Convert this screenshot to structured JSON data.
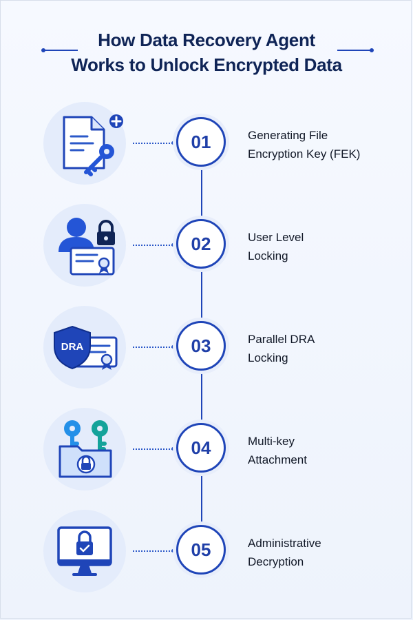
{
  "title": {
    "line1": "How Data Recovery Agent",
    "line2": "Works to Unlock Encrypted Data"
  },
  "accent_color": "#1f45b8",
  "steps": [
    {
      "number": "01",
      "label_line1": "Generating File",
      "label_line2": "Encryption Key (FEK)",
      "icon": "document-key-icon"
    },
    {
      "number": "02",
      "label_line1": "User Level",
      "label_line2": "Locking",
      "icon": "user-lock-certificate-icon"
    },
    {
      "number": "03",
      "label_line1": "Parallel DRA",
      "label_line2": "Locking",
      "icon": "dra-shield-certificate-icon",
      "icon_text": "DRA"
    },
    {
      "number": "04",
      "label_line1": "Multi-key",
      "label_line2": "Attachment",
      "icon": "keys-folder-lock-icon"
    },
    {
      "number": "05",
      "label_line1": "Administrative",
      "label_line2": "Decryption",
      "icon": "monitor-lock-icon"
    }
  ]
}
